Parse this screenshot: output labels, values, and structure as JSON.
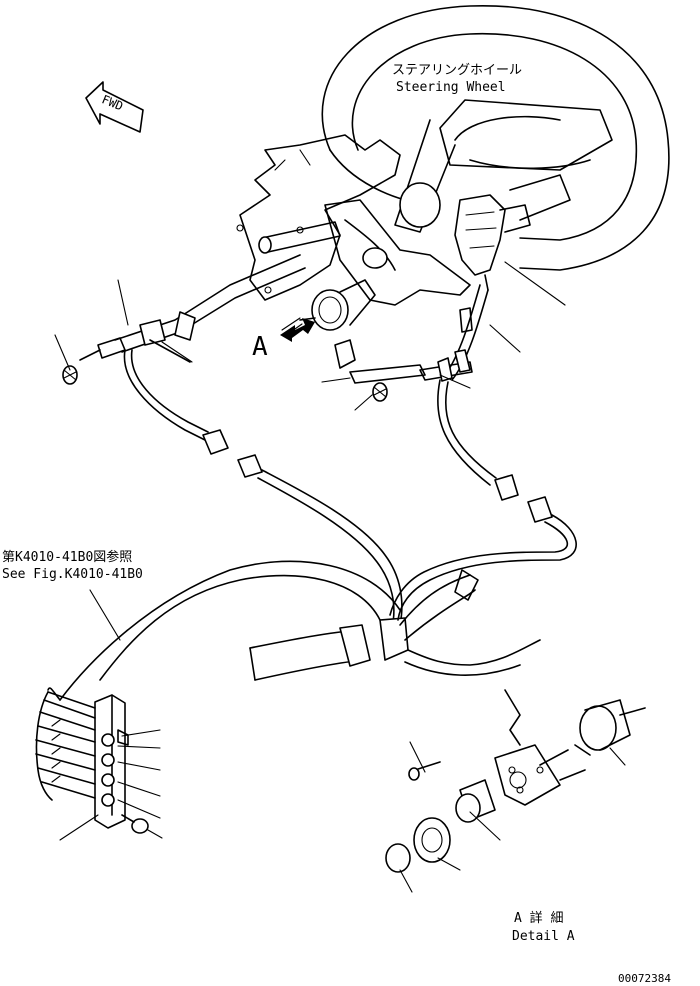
{
  "labels": {
    "steering_jp": "ステアリングホイール",
    "steering_en": "Steering Wheel",
    "fwd": "FWD",
    "view_a": "A",
    "ref_jp": "第K4010-41B0図参照",
    "ref_en": "See Fig.K4010-41B0",
    "detail_jp": "A 詳 細",
    "detail_en": "Detail A",
    "drawing_no": "00072384"
  }
}
